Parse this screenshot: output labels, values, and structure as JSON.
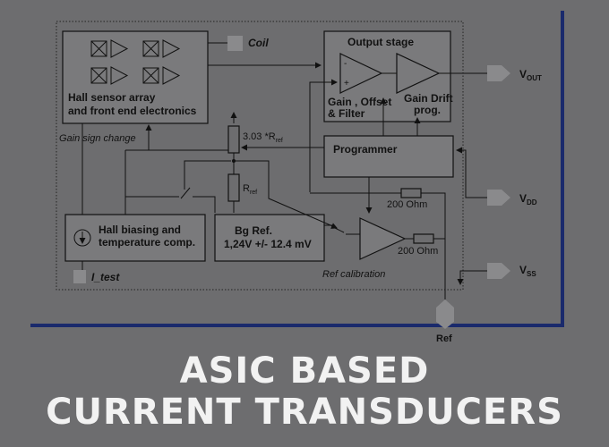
{
  "diagram": {
    "hall_block": "Hall sensor array",
    "hall_block_2": "and front end electronics",
    "coil": "Coil",
    "output_stage": "Output stage",
    "minus": "-",
    "plus": "+",
    "gain_offset": "Gain , Offset",
    "and_filter": "& Filter",
    "gain_drift": "Gain Drift",
    "prog": "prog.",
    "vout_main": "V",
    "vout_sub": "OUT",
    "gain_sign": "Gain sign change",
    "r303": "3.03 *R",
    "r303_sub": "ref",
    "programmer": "Programmer",
    "rref": "R",
    "rref_sub": "ref",
    "vdd_main": "V",
    "vdd_sub": "DD",
    "ohm_top": "200 Ohm",
    "hall_bias_1": "Hall biasing and",
    "hall_bias_2": "temperature comp.",
    "bg_ref_1": "Bg Ref.",
    "bg_ref_2": "1,24V +/- 12.4 mV",
    "ohm_bottom": "200 Ohm",
    "vss_main": "V",
    "vss_sub": "SS",
    "ref_cal": "Ref calibration",
    "i_test": "I_test",
    "ref_pin": "Ref"
  },
  "banner": {
    "line1": "ASIC BASED",
    "line2": "CURRENT TRANSDUCERS"
  },
  "colors": {
    "background": "#6d6d6f",
    "frame_blue": "#1a2a6c",
    "block_fill": "#7a7a7c",
    "pin_fill": "#8a8a8c",
    "title": "#f2f2f2"
  }
}
